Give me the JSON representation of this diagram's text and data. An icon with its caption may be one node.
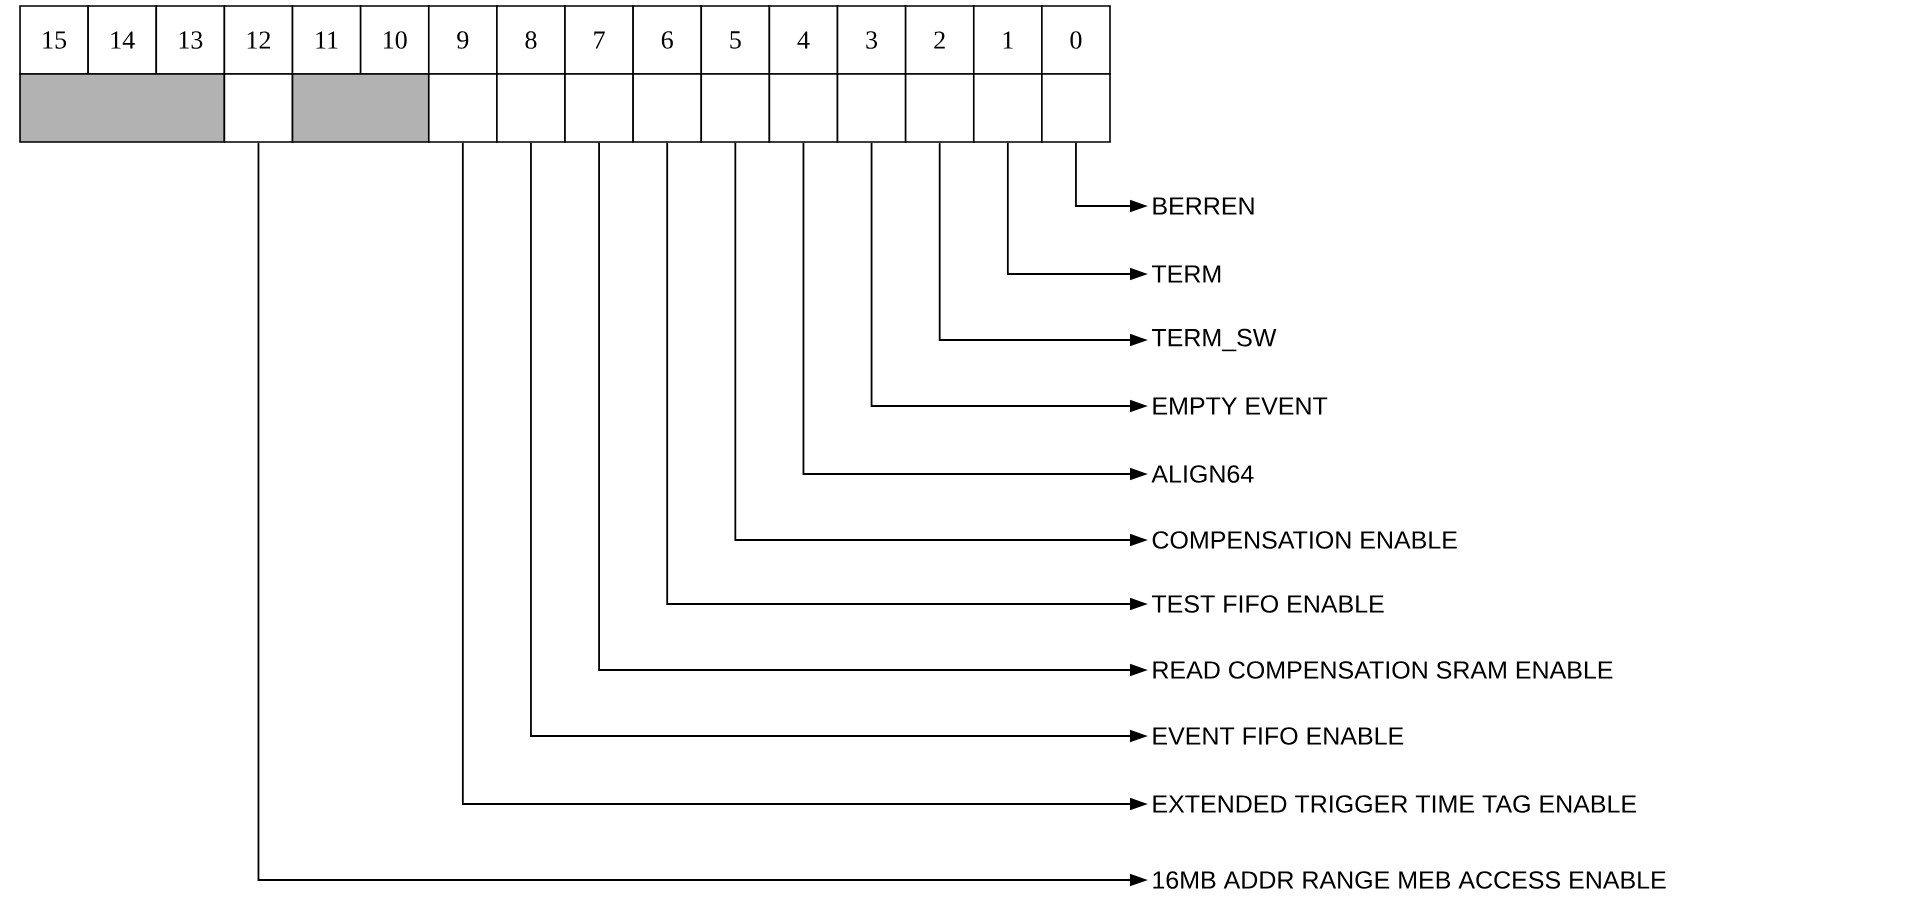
{
  "diagram": {
    "nodes": [
      {
        "text": [
          "15"
        ]
      },
      {
        "text": [
          "14"
        ]
      },
      {
        "text": [
          "13"
        ]
      },
      {
        "text": [
          "12"
        ]
      },
      {
        "text": [
          "11"
        ]
      },
      {
        "text": [
          "10"
        ]
      },
      {
        "text": [
          "9"
        ]
      },
      {
        "text": [
          "8"
        ]
      },
      {
        "text": [
          "7"
        ]
      },
      {
        "text": [
          "6"
        ]
      },
      {
        "text": [
          "5"
        ]
      },
      {
        "text": [
          "4"
        ]
      },
      {
        "text": [
          "3"
        ]
      },
      {
        "text": [
          "2"
        ]
      },
      {
        "text": [
          "1"
        ]
      },
      {
        "text": [
          "0"
        ]
      },
      {
        "text": [],
        "shape": "box"
      },
      {
        "text": [],
        "shape": "box"
      },
      {
        "text": [],
        "shape": "box"
      },
      {
        "text": [],
        "shape": "box"
      },
      {
        "text": [],
        "shape": "box"
      },
      {
        "text": [],
        "shape": "box"
      },
      {
        "text": [],
        "shape": "box"
      },
      {
        "text": [],
        "shape": "box"
      },
      {
        "text": [],
        "shape": "box"
      },
      {
        "text": [],
        "shape": "box"
      },
      {
        "text": [],
        "shape": "box"
      },
      {
        "text": [],
        "shape": "box"
      },
      {
        "text": [],
        "shape": "box"
      },
      {
        "text": [
          "BERREN"
        ]
      },
      {
        "text": [
          "TERM"
        ]
      },
      {
        "text": [
          "TERM_SW"
        ]
      },
      {
        "text": [
          "EMPTY EVENT"
        ]
      },
      {
        "text": [
          "ALIGN64"
        ]
      },
      {
        "text": [
          "COMPENSATION ENABLE"
        ]
      },
      {
        "text": [
          "TEST FIFO ENABLE"
        ]
      },
      {
        "text": [
          "READ COMPENSATION SRAM ENABLE"
        ]
      },
      {
        "text": [
          "EVENT FIFO ENABLE"
        ]
      },
      {
        "text": [
          "EXTENDED TRIGGER TIME TAG ENABLE"
        ]
      },
      {
        "text": [
          "16MB ADDR RANGE MEB ACCESS ENABLE"
        ]
      }
    ],
    "edges": [
      {
        "from": 28,
        "to": 29,
        "arrow": "to"
      },
      {
        "from": 27,
        "to": 30,
        "arrow": "to"
      },
      {
        "from": 26,
        "to": 31,
        "arrow": "to"
      },
      {
        "from": 25,
        "to": 32,
        "arrow": "to"
      },
      {
        "from": 24,
        "to": 33,
        "arrow": "to"
      },
      {
        "from": 23,
        "to": 34,
        "arrow": "to"
      },
      {
        "from": 22,
        "to": 35,
        "arrow": "to"
      },
      {
        "from": 21,
        "to": 36,
        "arrow": "to"
      },
      {
        "from": 20,
        "to": 37,
        "arrow": "to"
      },
      {
        "from": 19,
        "to": 38,
        "arrow": "to"
      },
      {
        "from": 17,
        "to": 39,
        "arrow": "to"
      }
    ]
  }
}
